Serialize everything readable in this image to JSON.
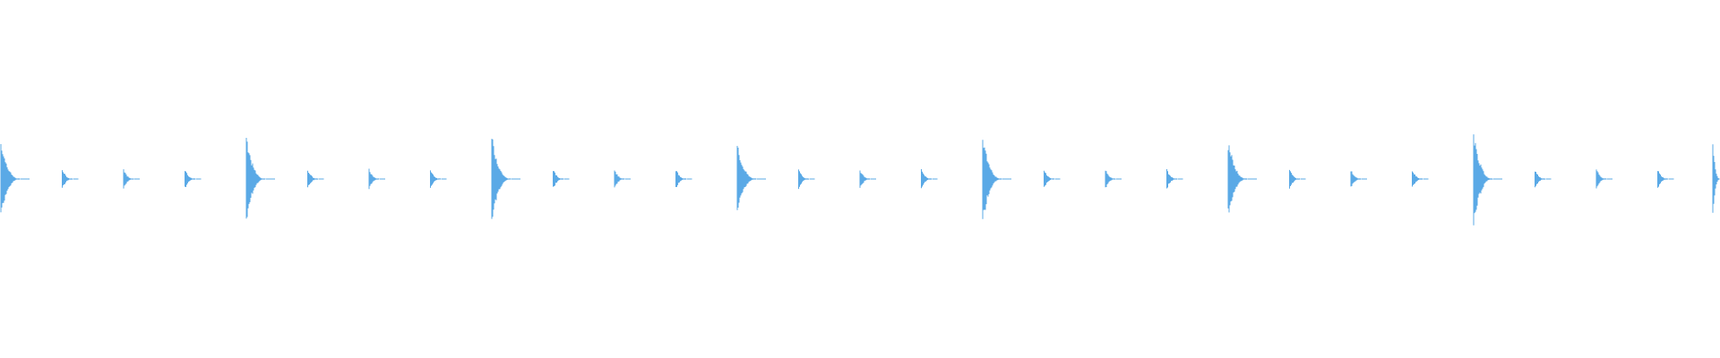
{
  "waveform": {
    "color": "#5aa9e6",
    "background": "#ffffff",
    "beats_per_bar": 4,
    "bars": 7,
    "trailing_partial_beat": true,
    "accent_amplitudes": [
      0.85,
      0.89,
      0.96,
      0.76,
      0.95,
      0.84,
      1.0,
      0.88
    ],
    "beat_amplitude": 0.22
  }
}
